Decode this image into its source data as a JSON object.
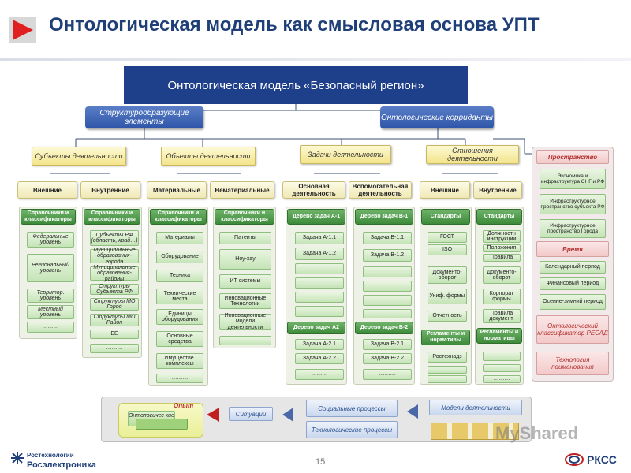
{
  "slide": {
    "title": "Онтологическая модель как смысловая основа УПТ",
    "page_number": "15",
    "accent_color": "#e02020",
    "title_color": "#1f3f78"
  },
  "banner": {
    "label": "Онтологическая модель «Безопасный регион»"
  },
  "top_nodes": {
    "left": "Структурообразующие элементы",
    "right": "Онтологические корриданты"
  },
  "categories": [
    {
      "label": "Субъекты деятельности"
    },
    {
      "label": "Объекты деятельности"
    },
    {
      "label": "Задачи деятельности"
    },
    {
      "label": "Отношения деятельности"
    }
  ],
  "subcategories": [
    "Внешние",
    "Внутренние",
    "Материальные",
    "Нематериальные",
    "Основная деятельность",
    "Вспомогательная деятельность",
    "Внешние",
    "Внутренние"
  ],
  "panels": [
    {
      "header": "Справочники и классификаторы",
      "items": [
        "Федеральные уровень",
        "Региональный уровень",
        "",
        "Территор. уровень",
        "Местный уровень",
        "………"
      ]
    },
    {
      "header": "Справочники и классификаторы",
      "items": [
        "Субъекты РФ (область, край…)",
        "Муниципальные образования-города",
        "Муниципальные образования-районы",
        "Структуры Субъекта РФ",
        "Структуры МО Город",
        "Структуры МО Район",
        "БЕ",
        "………"
      ]
    },
    {
      "header": "Справочники и классификаторы",
      "items": [
        "Материалы",
        "Оборудование",
        "Техника",
        "Технические места",
        "Единицы оборудования",
        "Основные средства",
        "Имуществе. комплексы",
        "………"
      ]
    },
    {
      "header": "Справочники и классификаторы",
      "items": [
        "Патенты",
        "Ноу-хау",
        "ИТ системы",
        "Инновационные Технологии",
        "Инновационные модели деятельности",
        "………"
      ]
    },
    {
      "header": "Дерево задач А-1",
      "items": [
        "Задача А-1.1",
        "Задача А-1.2",
        "",
        "",
        "",
        ""
      ],
      "header2": "Дерево задач А2",
      "items2": [
        "Задача А-2.1",
        "Задача А-2.2",
        "………"
      ]
    },
    {
      "header": "Дерево задач В-1",
      "items": [
        "Задача В-1.1",
        "Задача В-1.2",
        "",
        "",
        "",
        ""
      ],
      "header2": "Дерево задач В-2",
      "items2": [
        "Задача В-2.1",
        "Задача В-2.2",
        "………"
      ]
    },
    {
      "header": "Стандарты",
      "items": [
        "ГОСТ",
        "ISO",
        "Документо-оборот",
        "Униф. формы",
        "Отчетность"
      ],
      "header2": "Регламенты и нормативы",
      "items2": [
        "Ростехнадз",
        "",
        ""
      ]
    },
    {
      "header": "Стандарты",
      "items": [
        "Должностн инструкции",
        "Положения",
        "Правила",
        "Документо-оборот",
        "Корпорат формы",
        "Правила документ."
      ],
      "header2": "Регламенты и нормативы",
      "items2": [
        "",
        "",
        "………"
      ]
    }
  ],
  "side": {
    "space_header": "Пространство",
    "space_items": [
      "Экономика и инфраструктура СНГ и РФ",
      "Инфраструктурное пространство субъекта РФ",
      "Инфраструктурное пространство Города"
    ],
    "time_header": "Время",
    "time_items": [
      "Календарный период",
      "Финансовый период",
      "Осенне-зимний период"
    ],
    "classifier": "Онтологический классификатор РЕСАД",
    "naming": "Технология поименования"
  },
  "bottom": {
    "experience": "Опыт",
    "ontological_patterns": "Онтологичес кие паттерны",
    "situations": "Ситуации",
    "social": "Социальные процессы",
    "tech": "Технологические процессы",
    "models": "Модели деятельности"
  },
  "footer": {
    "left_logo_line1": "Ростехнологии",
    "left_logo_line2": "Росэлектроника",
    "right_logo": "РКСС",
    "watermark": "MyShared"
  }
}
